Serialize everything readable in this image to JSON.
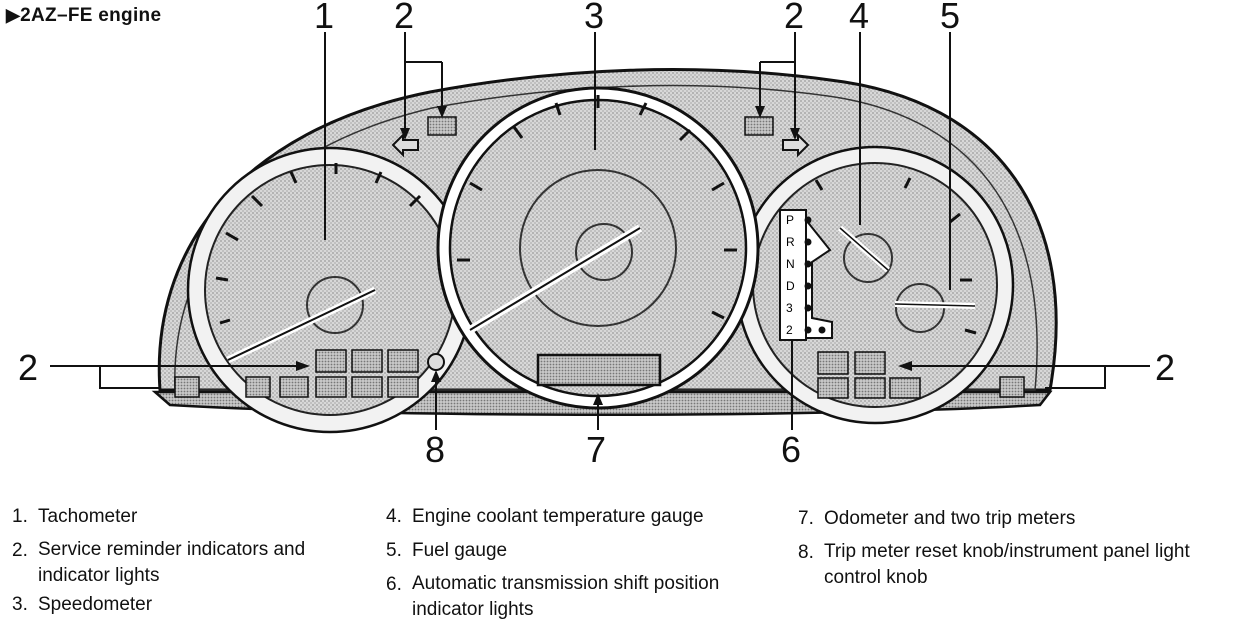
{
  "title": "2AZ–FE engine",
  "title_marker": "▶",
  "callouts": {
    "c1": "1",
    "c2a": "2",
    "c3": "3",
    "c2b": "2",
    "c4": "4",
    "c5": "5",
    "c2l": "2",
    "c2r": "2",
    "c8": "8",
    "c7": "7",
    "c6": "6"
  },
  "shift_letters": [
    "P",
    "R",
    "N",
    "D",
    "3",
    "2"
  ],
  "legend": [
    {
      "num": "1.",
      "text": "Tachometer"
    },
    {
      "num": "2.",
      "text": "Service reminder indicators and indicator lights"
    },
    {
      "num": "3.",
      "text": "Speedometer"
    },
    {
      "num": "4.",
      "text": "Engine coolant temperature gauge"
    },
    {
      "num": "5.",
      "text": "Fuel gauge"
    },
    {
      "num": "6.",
      "text": "Automatic transmission shift position indicator lights"
    },
    {
      "num": "7.",
      "text": "Odometer and two trip meters"
    },
    {
      "num": "8.",
      "text": "Trip meter reset knob/instrument panel light control knob"
    }
  ]
}
